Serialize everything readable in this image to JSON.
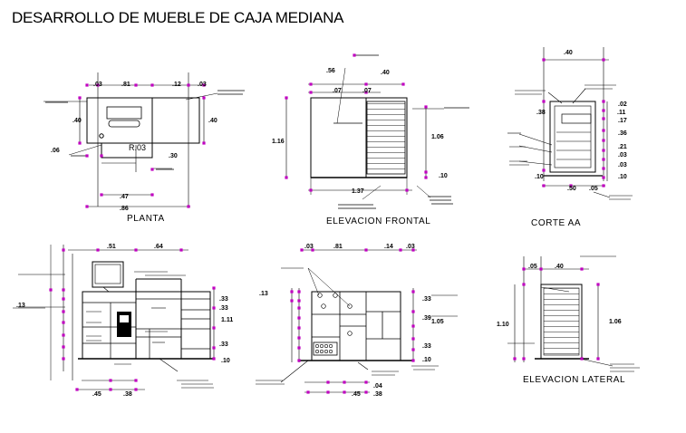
{
  "title": "DESARROLLO DE MUEBLE DE CAJA MEDIANA",
  "views": {
    "planta": {
      "caption": "PLANTA",
      "label": "R.03",
      "dims": [
        ".03",
        ".81",
        ".12",
        ".03",
        ".40",
        ".40",
        ".06",
        ".30",
        ".47",
        ".86"
      ]
    },
    "elevacion_frontal": {
      "caption": "ELEVACION FRONTAL",
      "dims": [
        ".56",
        ".40",
        ".07",
        ".07",
        "1.16",
        "1.06",
        "1.37",
        ".10"
      ]
    },
    "corte_aa": {
      "caption": "CORTE AA",
      "dims": [
        ".40",
        ".02",
        ".11",
        ".38",
        ".17",
        ".36",
        ".21",
        ".03",
        ".03",
        ".10",
        ".10",
        ".50",
        ".05"
      ]
    },
    "elevacion_1": {
      "dims": [
        ".51",
        ".64",
        ".13",
        ".33",
        ".33",
        "1.11",
        ".33",
        ".10",
        ".45",
        ".38"
      ]
    },
    "elevacion_2": {
      "dims": [
        ".03",
        ".81",
        ".14",
        ".03",
        ".13",
        ".33",
        ".39",
        "1.05",
        ".33",
        ".10",
        ".04",
        ".45",
        ".38"
      ]
    },
    "elevacion_lateral": {
      "caption": "ELEVACION LATERAL",
      "dims": [
        ".05",
        ".40",
        "1.10",
        "1.06"
      ]
    }
  },
  "colors": {
    "dim_marker": "#c000c0",
    "line": "#000000"
  }
}
